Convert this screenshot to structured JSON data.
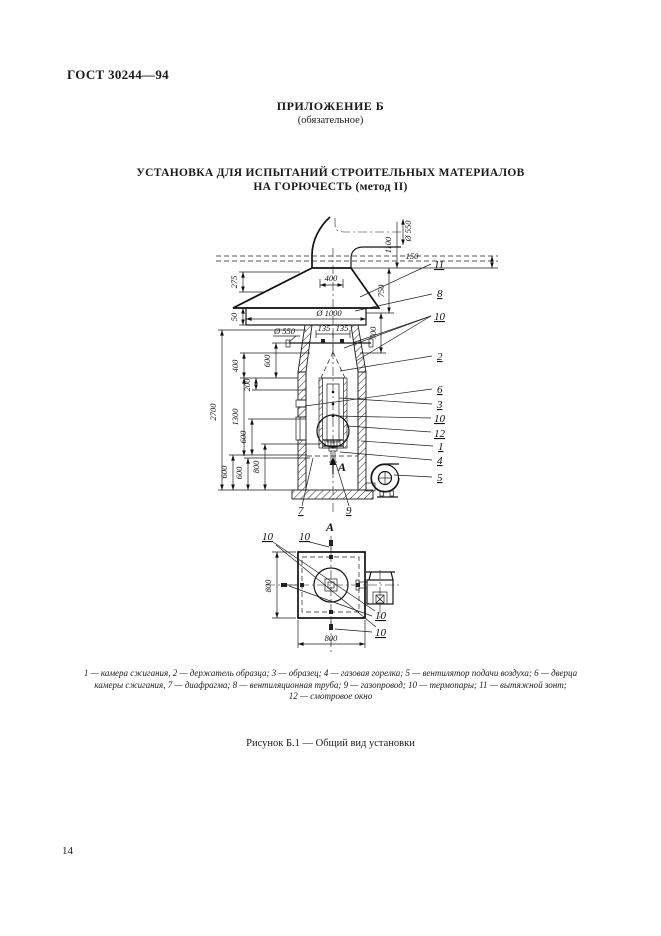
{
  "page": {
    "doc_number": "ГОСТ 30244—94",
    "page_number": "14"
  },
  "appendix": {
    "title": "ПРИЛОЖЕНИЕ Б",
    "note": "(обязательное)"
  },
  "title": {
    "line1": "УСТАНОВКА ДЛЯ ИСПЫТАНИЙ СТРОИТЕЛЬНЫХ МАТЕРИАЛОВ",
    "line2": "НА ГОРЮЧЕСТЬ (метод II)"
  },
  "figure": {
    "caption": "Рисунок Б.1 — Общий вид установки",
    "legend_line1": "1 — камера сжигания, 2 — держатель образца; 3 — образец; 4 — газовая горелка; 5 — вентилятор подачи воздуха; 6 — дверца",
    "legend_line2": "камеры сжигания, 7 — диафрагма; 8 — вентиляционная труба; 9 — газопровод; 10 — термопары; 11 — вытяжной зонт;",
    "legend_line3": "12 — смотровое окно",
    "view_labels": {
      "elevation": "A",
      "plan": "A"
    },
    "dims": {
      "d550_top": "Ø 550",
      "d1100": "1100",
      "d150": "150",
      "d275": "275",
      "d400_hood": "400",
      "d750": "750",
      "d50": "50",
      "d1000": "Ø 1000",
      "d135_l": "135",
      "d135_r": "135",
      "d700": "700",
      "d550_probe": "Ø 550",
      "d600_probe": "600",
      "d400_left": "400",
      "d200": "200",
      "d1300": "1300",
      "d2700": "2700",
      "d600_mid": "600",
      "d600_b1": "600",
      "d600_b2": "600",
      "d800_burner": "800",
      "d800_plan_w": "800",
      "d800_plan_h": "800"
    },
    "callouts": {
      "c11": "11",
      "c8": "8",
      "c10_top": "10",
      "c2": "2",
      "c6": "6",
      "c3": "3",
      "c10_mid": "10",
      "c12": "12",
      "c1": "1",
      "c4": "4",
      "c5": "5",
      "c7": "7",
      "c9": "9",
      "c10_p1": "10",
      "c10_p2": "10",
      "c10_p3": "10",
      "c10_p4": "10"
    }
  }
}
